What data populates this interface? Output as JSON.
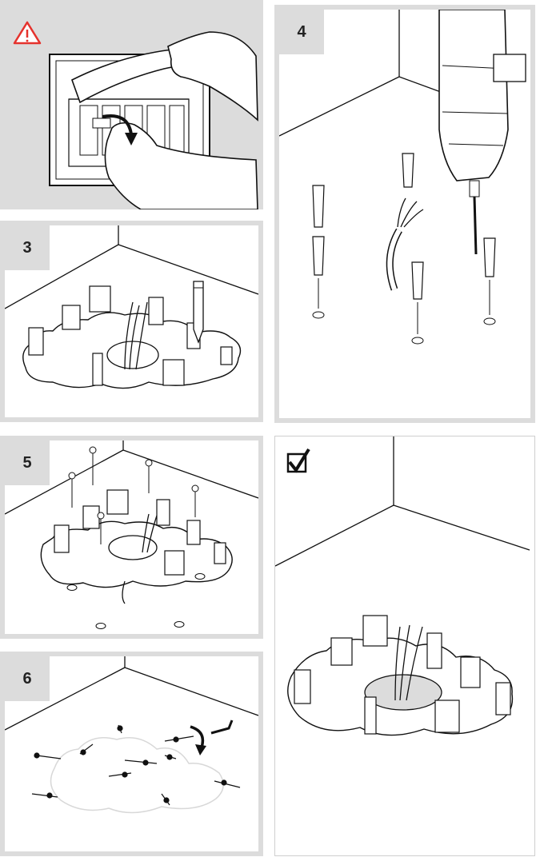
{
  "steps": {
    "s1": {
      "icon": "warning-triangle-icon"
    },
    "s3": {
      "number": "3"
    },
    "s4": {
      "number": "4"
    },
    "s5": {
      "number": "5"
    },
    "s6": {
      "number": "6"
    },
    "done": {
      "icon": "checkbox-checked-icon"
    }
  },
  "colors": {
    "frame": "#dcdcdc",
    "warning": "#e5322d",
    "ink": "#111111"
  }
}
